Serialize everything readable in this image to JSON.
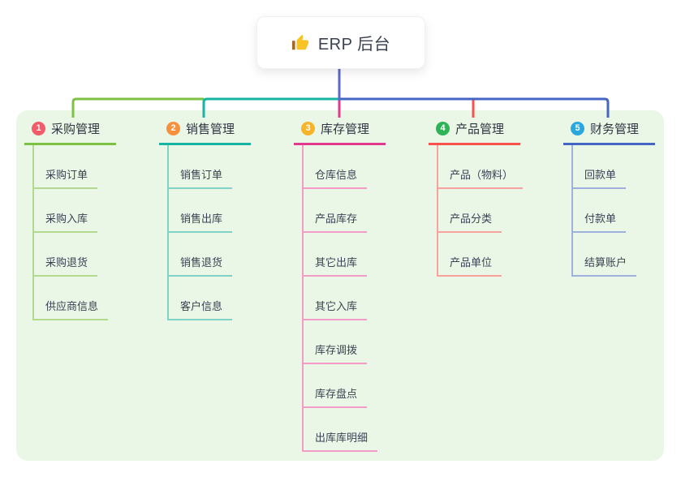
{
  "root": {
    "title": "ERP 后台",
    "icon": "thumbs-up"
  },
  "branches": [
    {
      "number": "1",
      "label": "采购管理",
      "color": "#7cc143",
      "light_color": "#b2d98e",
      "badge_color": "#f25b68",
      "children": [
        "采购订单",
        "采购入库",
        "采购退货",
        "供应商信息"
      ]
    },
    {
      "number": "2",
      "label": "销售管理",
      "color": "#17b3a3",
      "light_color": "#7fd2c6",
      "badge_color": "#f7903d",
      "children": [
        "销售订单",
        "销售出库",
        "销售退货",
        "客户信息"
      ]
    },
    {
      "number": "3",
      "label": "库存管理",
      "color": "#e2398e",
      "light_color": "#f29cc6",
      "badge_color": "#f7b32a",
      "children": [
        "仓库信息",
        "产品库存",
        "其它出库",
        "其它入库",
        "库存调拨",
        "库存盘点",
        "出库库明细"
      ]
    },
    {
      "number": "4",
      "label": "产品管理",
      "color": "#f8514f",
      "light_color": "#f8a29e",
      "badge_color": "#2eb357",
      "children": [
        "产品（物料）",
        "产品分类",
        "产品单位"
      ]
    },
    {
      "number": "5",
      "label": "财务管理",
      "color": "#4565c4",
      "light_color": "#9db1dc",
      "badge_color": "#2ba7dd",
      "children": [
        "回款单",
        "付款单",
        "结算账户"
      ]
    }
  ],
  "palette": {
    "canvas_bg": "#ffffff",
    "panel_bg": "#eaf7e6",
    "root_connector": "#5a6ac9",
    "root_text": "#3a4050",
    "node_text": "#3b4254",
    "thumb_yellow": "#f7c325",
    "thumb_brown": "#a5682a"
  }
}
